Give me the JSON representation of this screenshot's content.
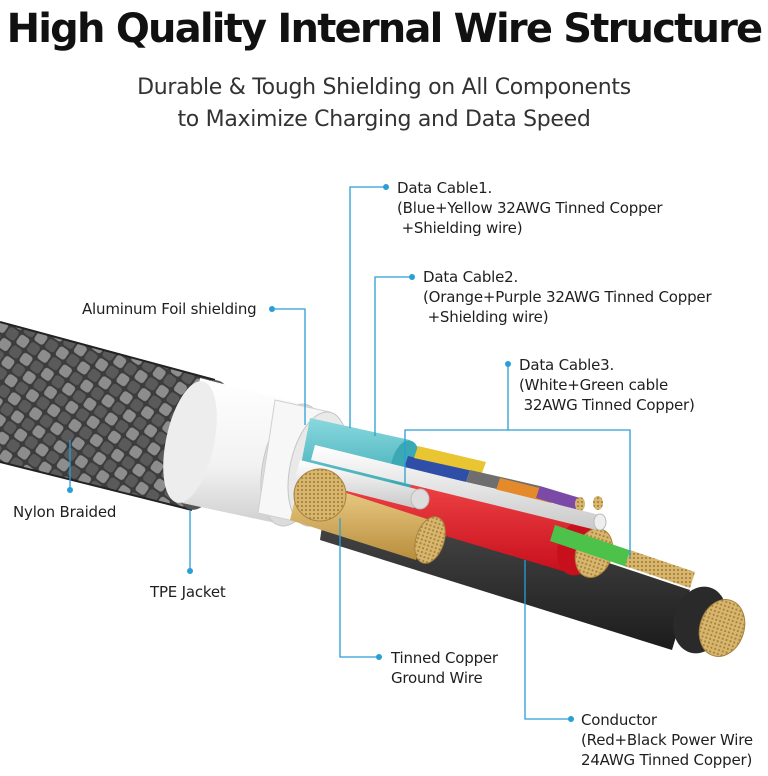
{
  "title": "High Quality Internal Wire Structure",
  "subtitle_line1": "Durable & Tough Shielding on All Components",
  "subtitle_line2": "to Maximize Charging and Data Speed",
  "labels": {
    "data_cable1": [
      "Data Cable1.",
      "(Blue+Yellow 32AWG Tinned Copper",
      " +Shielding wire)"
    ],
    "data_cable2": [
      "Data Cable2.",
      "(Orange+Purple 32AWG Tinned Copper",
      " +Shielding wire)"
    ],
    "data_cable3": [
      "Data Cable3.",
      "(White+Green cable",
      " 32AWG Tinned Copper)"
    ],
    "aluminum_foil": "Aluminum Foil shielding",
    "nylon_braided": "Nylon Braided",
    "tpe_jacket": "TPE Jacket",
    "tinned_copper_ground": [
      "Tinned Copper",
      "Ground Wire"
    ],
    "conductor": [
      "Conductor",
      "(Red+Black Power Wire",
      "24AWG Tinned Copper)"
    ]
  },
  "colors": {
    "leader_line": "#2a9fd6",
    "braid_dark": "#3a3a3a",
    "braid_light": "#9a9a9a",
    "foil": "#5fc6cf",
    "red_wire": "#e0202a",
    "black_wire": "#2a2a2a",
    "copper": "#d8b46c"
  }
}
